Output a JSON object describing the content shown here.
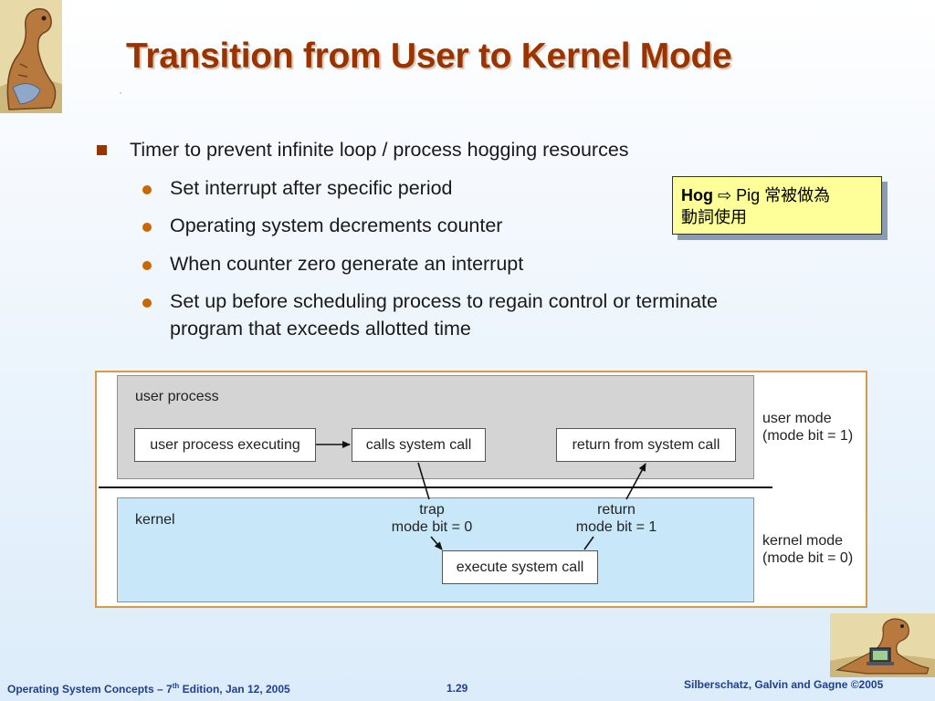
{
  "title": "Transition from User to Kernel Mode",
  "bullets": {
    "main": "Timer to prevent infinite loop / process hogging resources",
    "subs": [
      "Set interrupt after specific period",
      "Operating system decrements counter",
      "When counter zero generate an interrupt",
      "Set up before scheduling process to regain control or terminate",
      "program that exceeds allotted time"
    ]
  },
  "note": {
    "hog": "Hog",
    "arrow": "⇨",
    "line1_rest": "Pig 常被做為",
    "line2": "動詞使用"
  },
  "diagram": {
    "user_process_label": "user process",
    "kernel_label": "kernel",
    "box_user_exec": "user process executing",
    "box_calls": "calls system call",
    "box_return": "return from system call",
    "box_execute": "execute system call",
    "trap_label": "trap",
    "trap_mode": "mode bit = 0",
    "return_label": "return",
    "return_mode": "mode bit = 1",
    "user_mode": "user mode",
    "user_mode_bit": "(mode bit = 1)",
    "kernel_mode": "kernel mode",
    "kernel_mode_bit": "(mode bit = 0)"
  },
  "footer": {
    "left_prefix": "Operating System Concepts – 7",
    "left_sup": "th",
    "left_suffix": " Edition, Jan 12, 2005",
    "page": "1.29",
    "right": "Silberschatz, Galvin and Gagne ©2005"
  },
  "colors": {
    "title": "#993300",
    "bullet_square": "#993300",
    "bullet_dot": "#cc6600",
    "note_bg": "#ffff99",
    "footer": "#1f3f8f",
    "kernel_area": "#c8e8fa",
    "user_area": "#d4d4d4"
  },
  "icons": [
    "dinosaur-mascot-icon",
    "dinosaur-laptop-mascot-icon"
  ]
}
